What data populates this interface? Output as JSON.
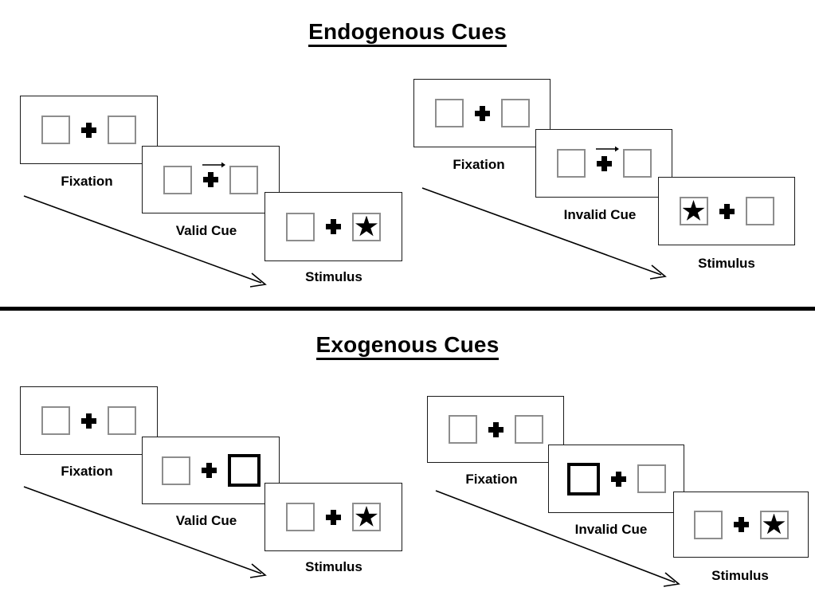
{
  "figure": {
    "sections": [
      {
        "id": "endogenous",
        "title": "Endogenous Cues",
        "sequences": [
          {
            "id": "endogenous-valid",
            "cue_type": "arrow",
            "frames": [
              {
                "label": "Fixation",
                "left_box": "empty",
                "right_box": "empty",
                "center": "plus"
              },
              {
                "label": "Valid Cue",
                "left_box": "empty",
                "right_box": "empty",
                "center": "plus-with-right-arrow"
              },
              {
                "label": "Stimulus",
                "left_box": "empty",
                "right_box": "star",
                "center": "plus"
              }
            ]
          },
          {
            "id": "endogenous-invalid",
            "cue_type": "arrow",
            "frames": [
              {
                "label": "Fixation",
                "left_box": "empty",
                "right_box": "empty",
                "center": "plus"
              },
              {
                "label": "Invalid Cue",
                "left_box": "empty",
                "right_box": "empty",
                "center": "plus-with-right-arrow"
              },
              {
                "label": "Stimulus",
                "left_box": "star",
                "right_box": "empty",
                "center": "plus"
              }
            ]
          }
        ]
      },
      {
        "id": "exogenous",
        "title": "Exogenous Cues",
        "sequences": [
          {
            "id": "exogenous-valid",
            "cue_type": "box-highlight",
            "frames": [
              {
                "label": "Fixation",
                "left_box": "empty",
                "right_box": "empty",
                "center": "plus"
              },
              {
                "label": "Valid Cue",
                "left_box": "empty",
                "right_box": "cued",
                "center": "plus"
              },
              {
                "label": "Stimulus",
                "left_box": "empty",
                "right_box": "star",
                "center": "plus"
              }
            ]
          },
          {
            "id": "exogenous-invalid",
            "cue_type": "box-highlight",
            "frames": [
              {
                "label": "Fixation",
                "left_box": "empty",
                "right_box": "empty",
                "center": "plus"
              },
              {
                "label": "Invalid Cue",
                "left_box": "cued",
                "right_box": "empty",
                "center": "plus"
              },
              {
                "label": "Stimulus",
                "left_box": "empty",
                "right_box": "star",
                "center": "plus"
              }
            ]
          }
        ]
      }
    ],
    "colors": {
      "box_border": "#8d8d8d",
      "cued_box_border": "#000000",
      "panel_border": "#1a1a1a",
      "ink": "#000000",
      "background": "#ffffff"
    },
    "icons": {
      "fixation_cross": "plus-icon",
      "target": "star-icon",
      "cue_arrow": "arrow-right-icon",
      "time_flow": "diagonal-arrow-icon"
    }
  }
}
